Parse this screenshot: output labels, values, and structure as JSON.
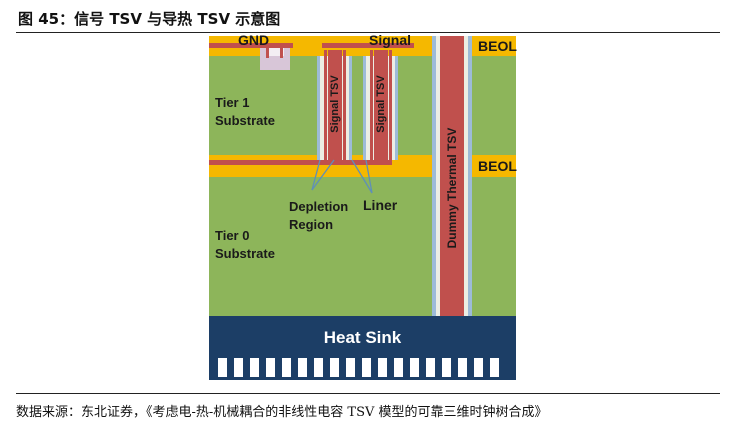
{
  "figure": {
    "title": "图 45：信号 TSV 与导热 TSV 示意图",
    "source": "数据来源：东北证券，《考虑电-热-机械耦合的非线性电容 TSV 模型的可靠三维时钟树合成》"
  },
  "diagram": {
    "gnd_label": "GND",
    "signal_label": "Signal",
    "beol_top": "BEOL",
    "beol_mid": "BEOL",
    "tier1_label": "Tier 1\nSubstrate",
    "tier0_label": "Tier 0\nSubstrate",
    "signal_tsv_1": "Signal TSV",
    "signal_tsv_2": "Signal TSV",
    "thermal_tsv": "Dummy Thermal TSV",
    "depletion_label": "Depletion\nRegion",
    "liner_label": "Liner",
    "heat_sink_label": "Heat Sink"
  },
  "colors": {
    "substrate": "#8db55a",
    "beol": "#f5b800",
    "metal": "#c0504d",
    "liner": "#eceee4",
    "depletion": "#9dbbd8",
    "heat_sink": "#1c3e66"
  }
}
